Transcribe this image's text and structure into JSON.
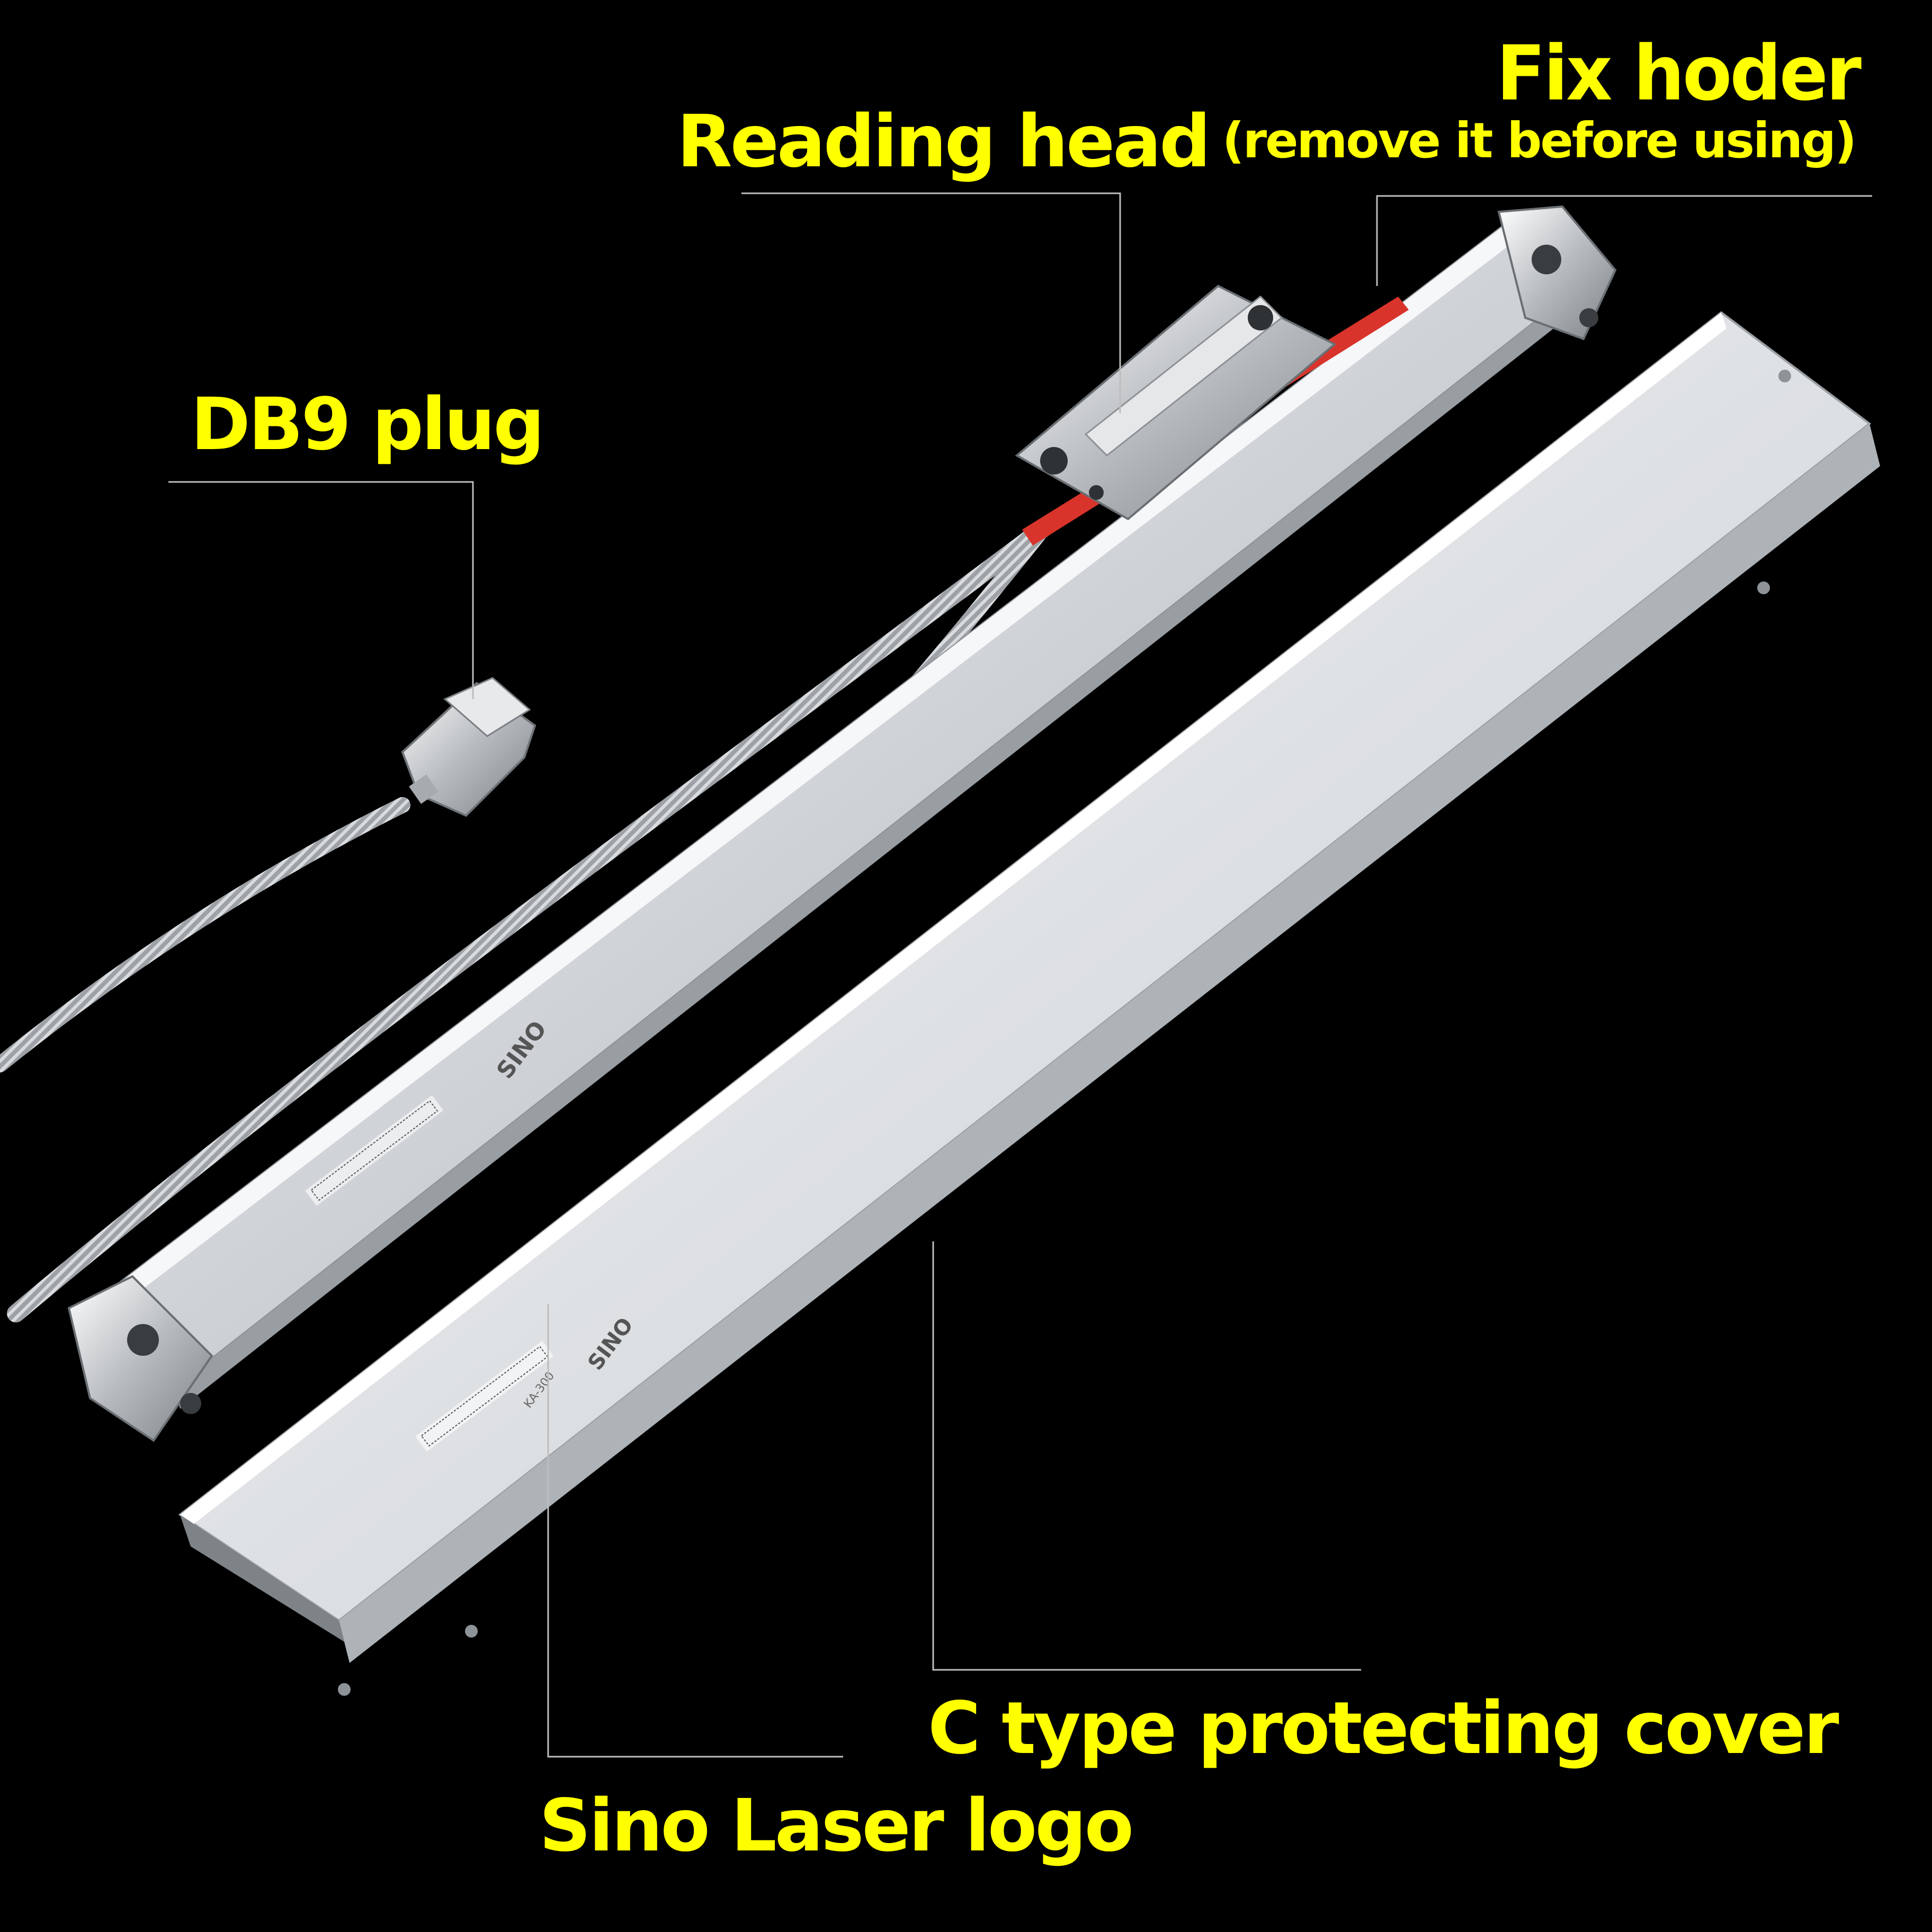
{
  "labels": {
    "fix_holder_title": "Fix hoder",
    "fix_holder_note": "(remove it before using)",
    "reading_head": "Reading head",
    "db9_plug": "DB9 plug",
    "protecting_cover": "C type protecting cover",
    "logo": "Sino Laser logo"
  },
  "product_marks": {
    "brand": "SINO",
    "model": "KA-300"
  },
  "colors": {
    "background": "#000000",
    "callout_text": "#ffff00",
    "leader_line": "#bdbdbd",
    "aluminum": "#d8dce0",
    "red_seal": "#d9342b"
  }
}
